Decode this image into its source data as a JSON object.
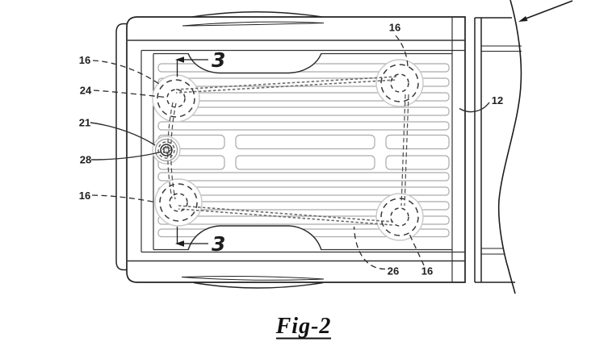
{
  "figure": {
    "caption": "Fig-2"
  },
  "section_markers": {
    "top": "3",
    "bottom": "3"
  },
  "reference_numerals": {
    "top_left_16": "16",
    "left_24": "24",
    "left_21": "21",
    "left_28": "28",
    "bottom_left_16": "16",
    "top_16": "16",
    "right_12": "12",
    "bottom_26": "26",
    "bottom_right_16": "16"
  },
  "colors": {
    "ink": "#222222",
    "light_line": "#a9a9a9",
    "rope": "#6d6d6d",
    "paper": "#ffffff"
  }
}
